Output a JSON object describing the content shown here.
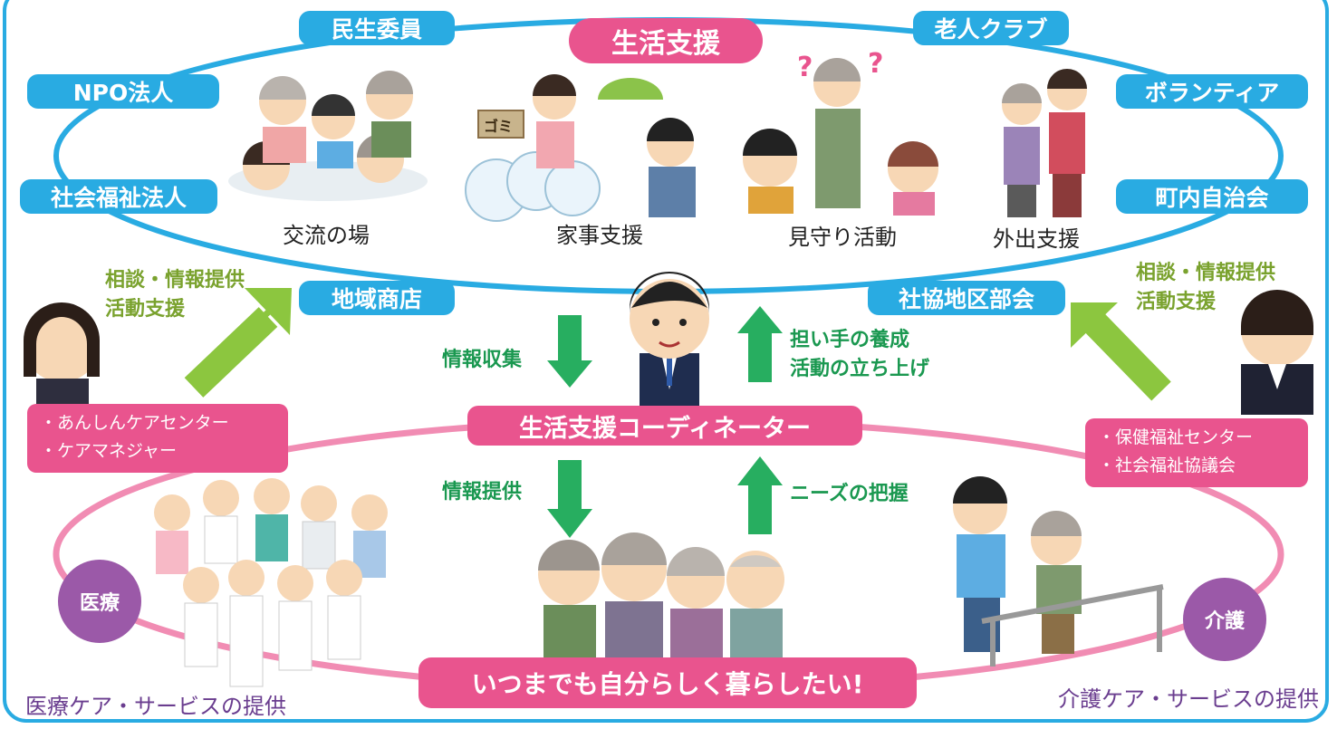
{
  "top_center": "生活支援",
  "blue_tags": {
    "minsei": "民生委員",
    "npo": "NPO法人",
    "shakai": "社会福祉法人",
    "chiiki": "地域商店",
    "roujin": "老人クラブ",
    "volunteer": "ボランティア",
    "chounai": "町内自治会",
    "shakyo": "社協地区部会"
  },
  "activities": {
    "kouryu": "交流の場",
    "kaji": "家事支援",
    "mimamori": "見守り活動",
    "gaishutsu": "外出支援"
  },
  "garbage_sign": "ゴミ",
  "coordinator": "生活支援コーディネーター",
  "arrows": {
    "info_collect": "情報収集",
    "ninaite_1": "担い手の養成",
    "ninaite_2": "活動の立ち上げ",
    "info_provide": "情報提供",
    "needs": "ニーズの把握"
  },
  "left_support": {
    "line1": "相談・情報提供",
    "line2": "活動支援"
  },
  "right_support": {
    "line1": "相談・情報提供",
    "line2": "活動支援"
  },
  "left_box": [
    "・あんしんケアセンター",
    "・ケアマネジャー"
  ],
  "right_box": [
    "・保健福祉センター",
    "・社会福祉協議会"
  ],
  "iryo": "医療",
  "kaigo": "介護",
  "bottom_center": "いつまでも自分らしく暮らしたい!",
  "bottom_left": "医療ケア・サービスの提供",
  "bottom_right": "介護ケア・サービスの提供",
  "colors": {
    "blue": "#29abe2",
    "pink": "#e9548e",
    "green": "#1a9850",
    "olive": "#8cc63f",
    "purple": "#9b59a8"
  }
}
